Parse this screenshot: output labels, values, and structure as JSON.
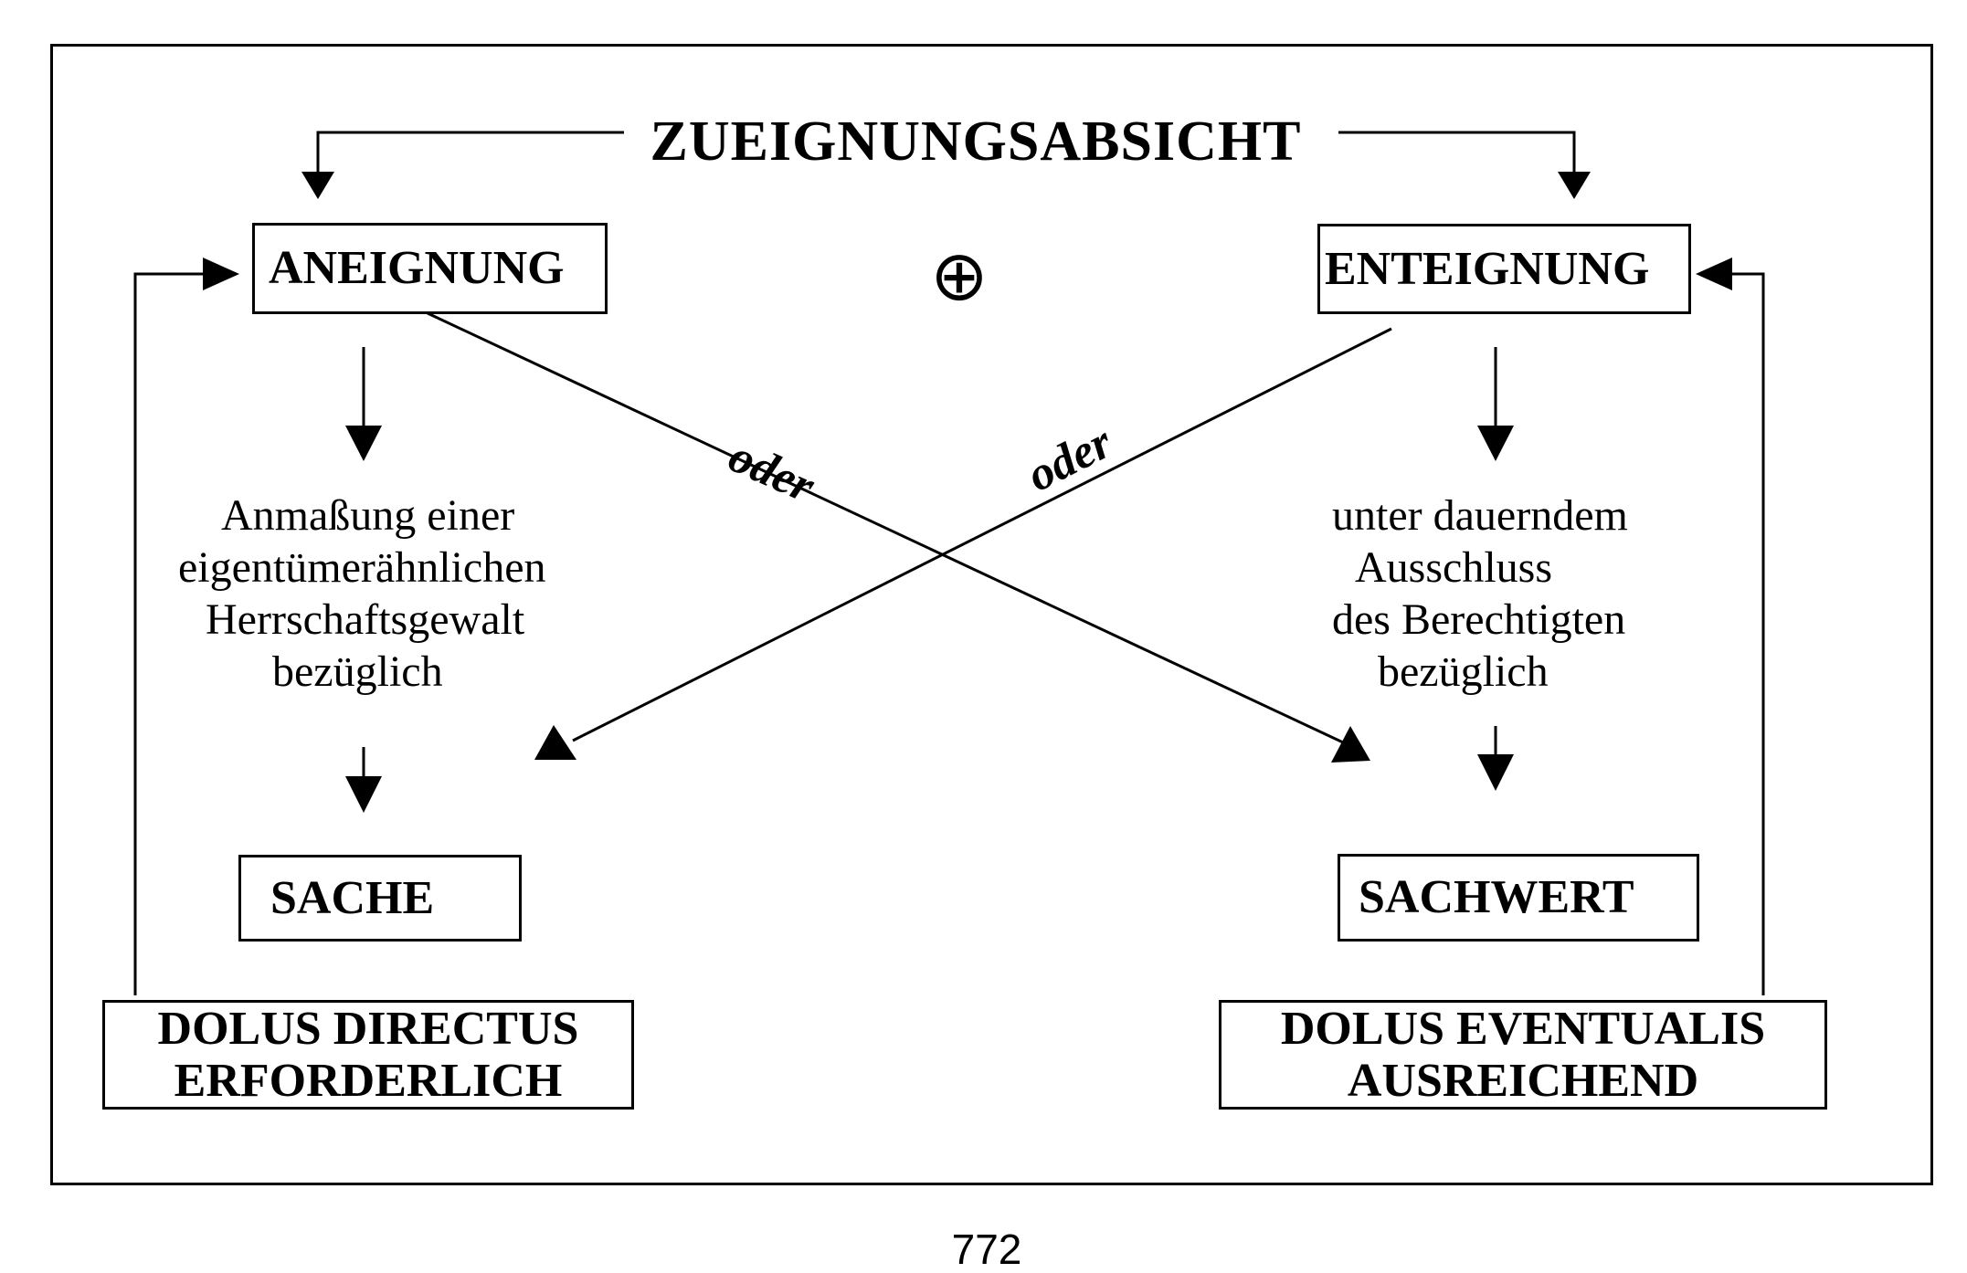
{
  "diagram": {
    "title": "ZUEIGNUNGSABSICHT",
    "operator_symbol": "⊕",
    "left": {
      "box_label": "ANEIGNUNG",
      "description_lines": [
        "Anmaßung einer",
        "eigentümerähnlichen",
        "Herrschaftsgewalt",
        "bezüglich"
      ],
      "object_label": "SACHE",
      "intent_lines": [
        "DOLUS DIRECTUS",
        "ERFORDERLICH"
      ]
    },
    "right": {
      "box_label": "ENTEIGNUNG",
      "description_lines": [
        "unter dauerndem",
        "Ausschluss",
        "des Berechtigten",
        "bezüglich"
      ],
      "object_label": "SACHWERT",
      "intent_lines": [
        "DOLUS EVENTUALIS",
        "AUSREICHEND"
      ]
    },
    "cross_labels": [
      "oder",
      "oder"
    ]
  },
  "page_number": "772"
}
